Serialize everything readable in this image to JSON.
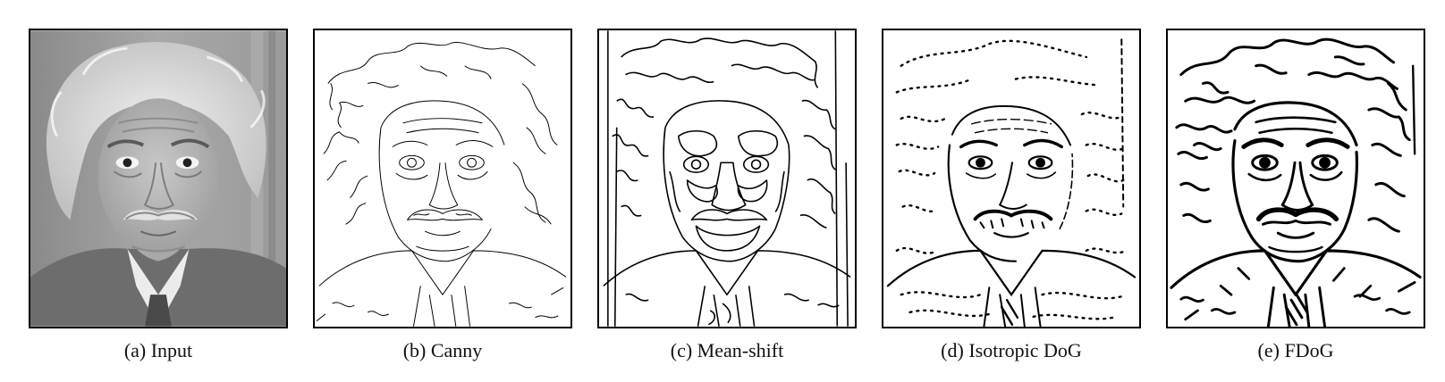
{
  "figure": {
    "panels": [
      {
        "id": "a",
        "caption": "(a) Input",
        "kind": "photo"
      },
      {
        "id": "b",
        "caption": "(b) Canny",
        "kind": "thin-edges"
      },
      {
        "id": "c",
        "caption": "(c) Mean-shift",
        "kind": "segment-edges"
      },
      {
        "id": "d",
        "caption": "(d) Isotropic DoG",
        "kind": "dotted-lines"
      },
      {
        "id": "e",
        "caption": "(e) FDoG",
        "kind": "bold-lines"
      }
    ]
  },
  "colors": {
    "ink": "#000000",
    "photo_background": "#9c9c9c",
    "photo_hair": "#dcdcdc",
    "photo_skin": "#b8b8b8",
    "photo_suit": "#6a6a6a"
  }
}
